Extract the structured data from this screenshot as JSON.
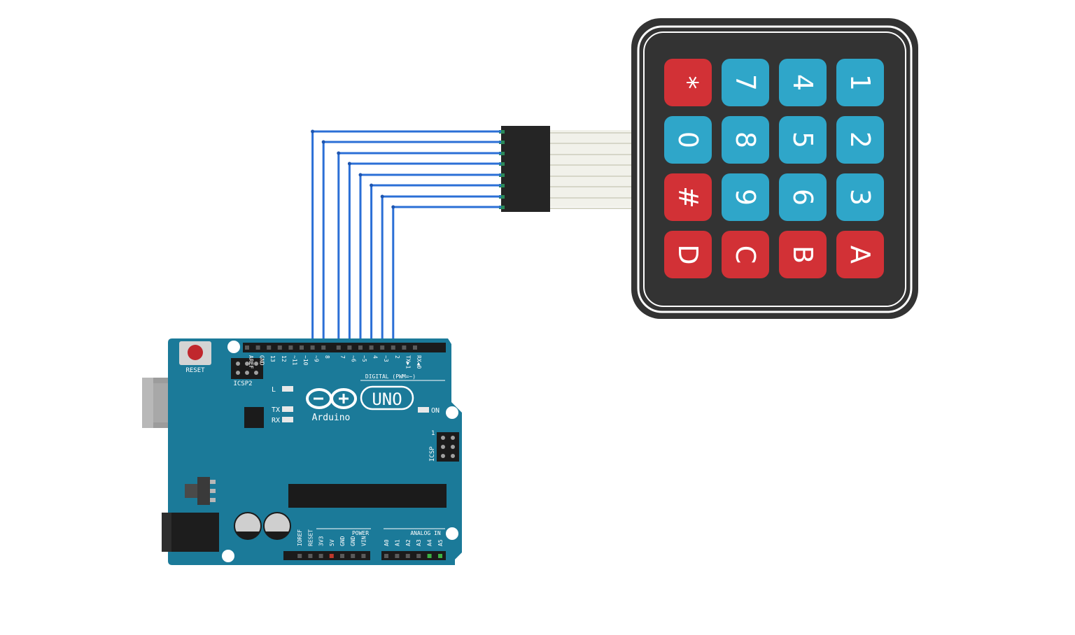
{
  "keypad": {
    "rows": [
      [
        {
          "label": "*",
          "color": "red"
        },
        {
          "label": "7",
          "color": "blue"
        },
        {
          "label": "4",
          "color": "blue"
        },
        {
          "label": "1",
          "color": "blue"
        }
      ],
      [
        {
          "label": "0",
          "color": "blue"
        },
        {
          "label": "8",
          "color": "blue"
        },
        {
          "label": "5",
          "color": "blue"
        },
        {
          "label": "2",
          "color": "blue"
        }
      ],
      [
        {
          "label": "#",
          "color": "red"
        },
        {
          "label": "9",
          "color": "blue"
        },
        {
          "label": "6",
          "color": "blue"
        },
        {
          "label": "3",
          "color": "blue"
        }
      ],
      [
        {
          "label": "D",
          "color": "red"
        },
        {
          "label": "C",
          "color": "red"
        },
        {
          "label": "B",
          "color": "red"
        },
        {
          "label": "A",
          "color": "red"
        }
      ]
    ],
    "colors": {
      "body": "#333333",
      "red": "#d23136",
      "blue": "#2fa6c9"
    }
  },
  "arduino": {
    "brand": "Arduino",
    "model": "UNO",
    "reset_label": "RESET",
    "icsp2_label": "ICSP2",
    "icsp_label": "ICSP",
    "icsp_pin1": "1",
    "led_l": "L",
    "led_tx": "TX",
    "led_rx": "RX",
    "led_on": "ON",
    "digital_header_label": "DIGITAL (PWM=~)",
    "power_label": "POWER",
    "analog_label": "ANALOG IN",
    "digital_pins": [
      "AREF",
      "GND",
      "13",
      "12",
      "~11",
      "~10",
      "~9",
      "8",
      "7",
      "~6",
      "~5",
      "4",
      "~3",
      "2",
      "TX▶1",
      "RX◀0"
    ],
    "power_pins": [
      "IOREF",
      "RESET",
      "3V3",
      "5V",
      "GND",
      "GND",
      "VIN"
    ],
    "analog_pins": [
      "A0",
      "A1",
      "A2",
      "A3",
      "A4",
      "A5"
    ],
    "board_color": "#1b7a99"
  },
  "wiring": {
    "wire_color": "#2b6fd6",
    "connections": [
      "~9",
      "8",
      "7",
      "~6",
      "~5",
      "4",
      "~3",
      "2"
    ]
  }
}
